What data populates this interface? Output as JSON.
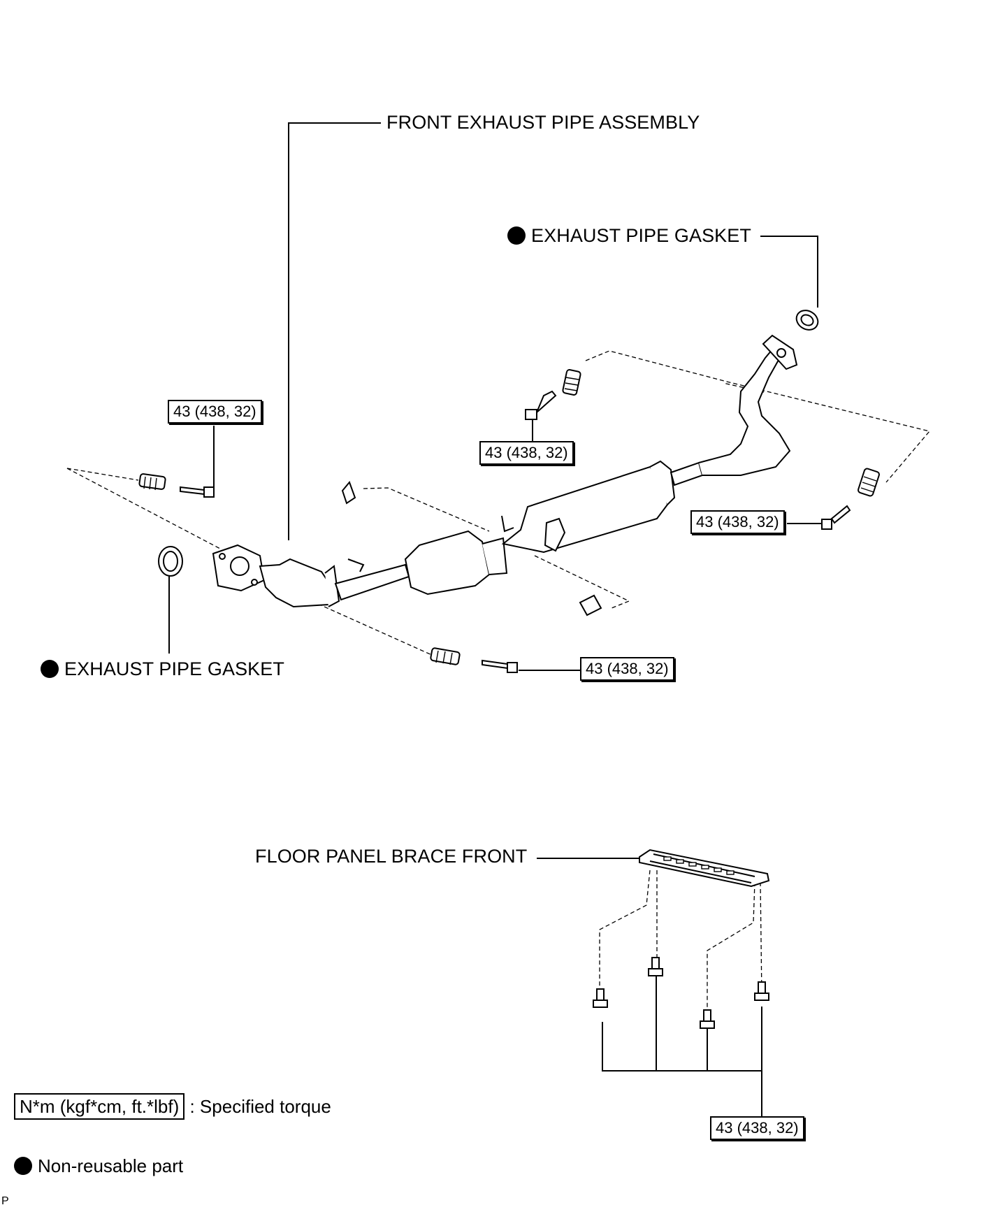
{
  "labels": {
    "front_exhaust_pipe_assembly": "FRONT EXHAUST PIPE ASSEMBLY",
    "exhaust_pipe_gasket_rear": "EXHAUST PIPE GASKET",
    "exhaust_pipe_gasket_front": "EXHAUST PIPE GASKET",
    "floor_panel_brace_front": "FLOOR PANEL BRACE FRONT"
  },
  "torques": {
    "left_bolt": "43 (438, 32)",
    "mid_upper_bolt": "43 (438, 32)",
    "right_bolt": "43 (438, 32)",
    "lower_bolt": "43 (438, 32)",
    "brace_bolts": "43 (438, 32)"
  },
  "legend": {
    "torque_unit": "N*m (kgf*cm, ft.*lbf)",
    "torque_desc": ": Specified torque",
    "nonreusable_desc": "Non-reusable part"
  },
  "corner_code": "P"
}
